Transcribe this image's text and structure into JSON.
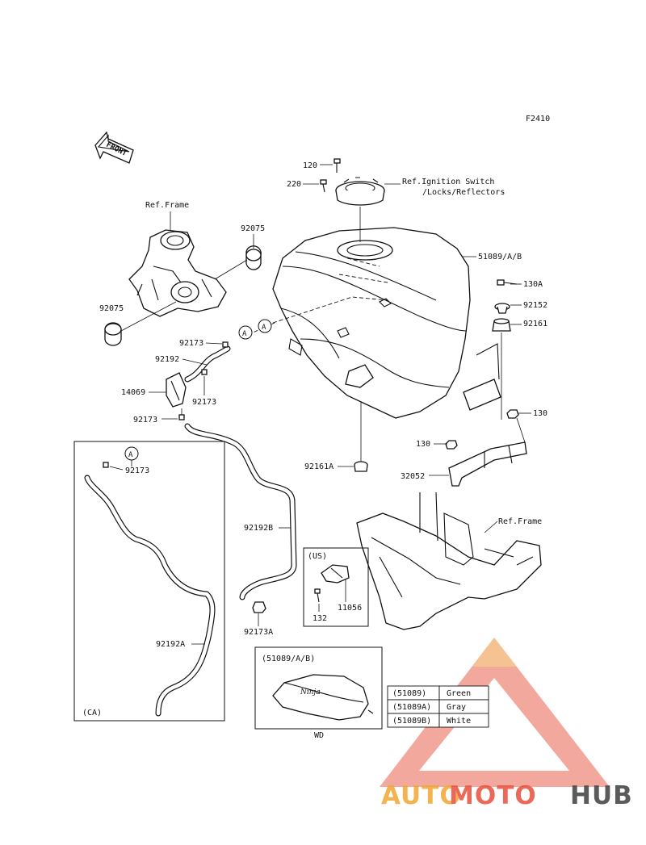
{
  "figure_code": "F2410",
  "front_arrow": "FRONT",
  "refs": {
    "ignition": "Ref.Ignition Switch",
    "ignition2": "/Locks/Reflectors",
    "frame_top": "Ref.Frame",
    "frame_bottom": "Ref.Frame"
  },
  "parts": {
    "p120": "120",
    "p220": "220",
    "p51089": "51089/A/B",
    "p130A": "130A",
    "p92152": "92152",
    "p92161": "92161",
    "p130_right": "130",
    "p130_mid": "130",
    "p32052": "32052",
    "p92161A": "92161A",
    "p92075_top": "92075",
    "p92075_left": "92075",
    "p92173_a": "92173",
    "p92192": "92192",
    "p14069": "14069",
    "p92173_b": "92173",
    "p92173_c": "92173",
    "p92173_ca": "92173",
    "p92192B": "92192B",
    "p92173A": "92173A",
    "p92192A": "92192A",
    "p11056": "11056",
    "p132": "132"
  },
  "markers": {
    "a1": "A",
    "a2": "A",
    "a3": "A"
  },
  "insets": {
    "ca": "(CA)",
    "us": "(US)",
    "variant_title": "(51089/A/B)",
    "wd": "WD",
    "tank_logo": "Ninja"
  },
  "color_table": [
    {
      "part": "(51089)",
      "color": "Green"
    },
    {
      "part": "(51089A)",
      "color": "Gray"
    },
    {
      "part": "(51089B)",
      "color": "White"
    }
  ],
  "watermark": {
    "word1": "AUTO",
    "word2": "MOTO",
    "word3": "HUB",
    "colors": {
      "auto": "#f0a632",
      "moto": "#e8503c",
      "hub": "#3f3f3f",
      "triangle": "#e8503c"
    }
  }
}
